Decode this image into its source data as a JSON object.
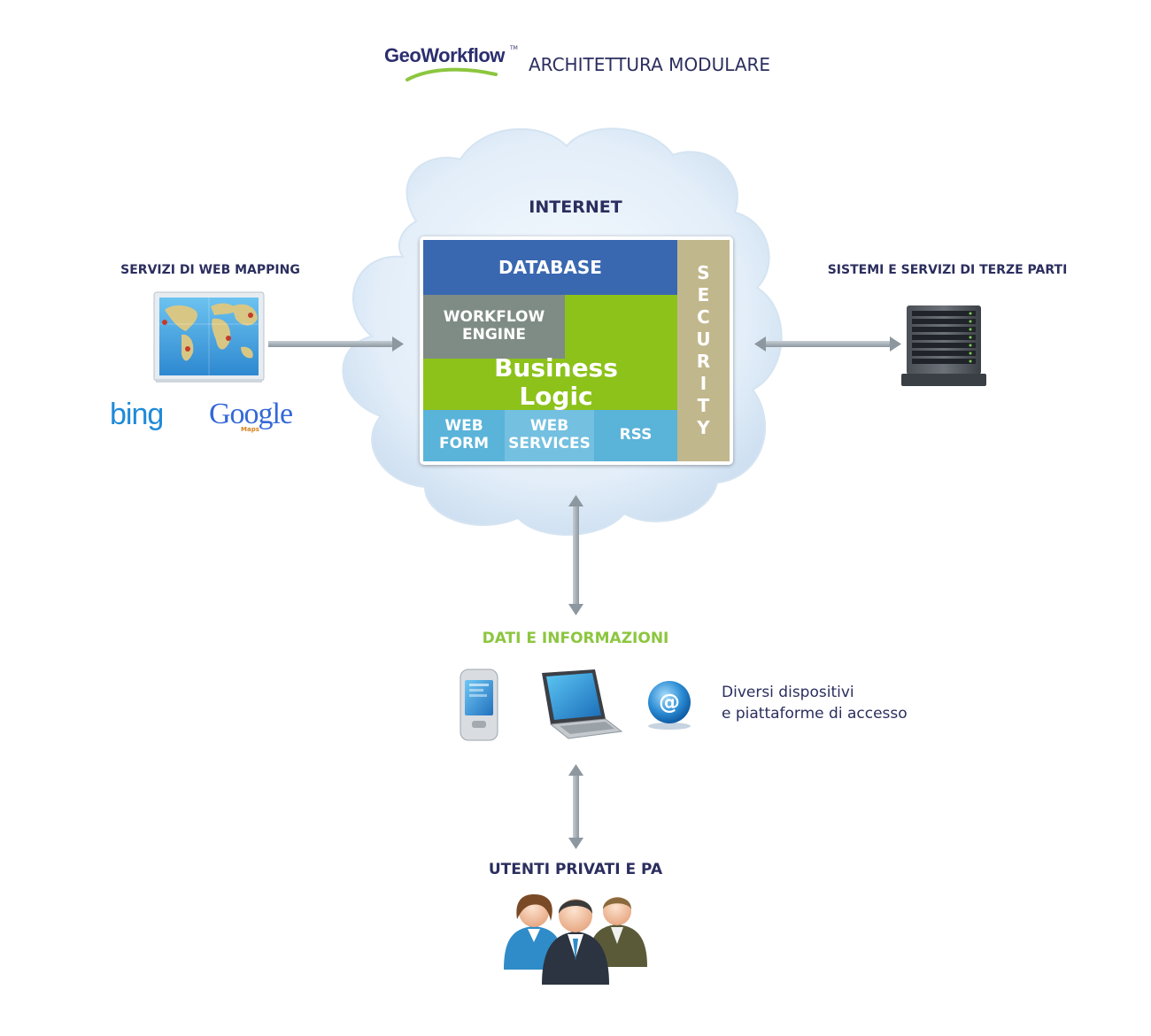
{
  "header": {
    "logo_text": "GeoWorkflow",
    "logo_tm": "TM",
    "title": "ARCHITETTURA MODULARE"
  },
  "cloud": {
    "label": "INTERNET",
    "blocks": {
      "database": "DATABASE",
      "workflow_engine": "WORKFLOW\nENGINE",
      "business_logic": "Business Logic",
      "web_form": "WEB\nFORM",
      "web_services": "WEB\nSERVICES",
      "rss": "RSS",
      "security": "SECURITY"
    }
  },
  "left": {
    "title": "SERVIZI DI WEB MAPPING",
    "bing": "bing",
    "google": "Google",
    "google_sub": "Maps"
  },
  "right": {
    "title": "SISTEMI E SERVIZI DI TERZE PARTI"
  },
  "middle": {
    "title": "DATI E INFORMAZIONI",
    "devices_text_1": "Diversi dispositivi",
    "devices_text_2": "e piattaforme di accesso",
    "at_symbol": "@"
  },
  "bottom": {
    "title": "UTENTI PRIVATI E PA"
  },
  "colors": {
    "navy": "#2b2e5e",
    "database_blue": "#3a68b0",
    "workflow_gray": "#7f8c86",
    "business_green": "#8cc21a",
    "bottom_blue": "#5ab3d8",
    "security_tan": "#c1b78c",
    "data_green": "#8cc63f",
    "arrow_gray": "#9aa5ad"
  }
}
